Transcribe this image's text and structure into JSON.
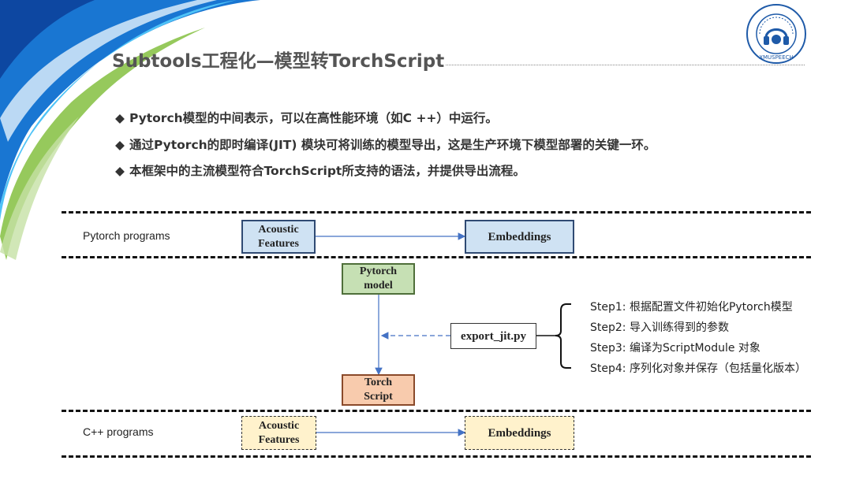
{
  "slide": {
    "title": "Subtools工程化—模型转TorchScript",
    "bullets": [
      "Pytorch模型的中间表示，可以在高性能环境（如C ++）中运行。",
      "通过Pytorch的即时编译(JIT) 模块可将训练的模型导出，这是生产环境下模型部署的关键一环。",
      "本框架中的主流模型符合TorchScript所支持的语法，并提供导出流程。"
    ],
    "bullet_marker": "◆"
  },
  "logo": {
    "icon": "xmuspeech-logo-icon",
    "ring_text": "XMUSPEECH"
  },
  "diagram": {
    "pytorch_row": {
      "label": "Pytorch programs",
      "source_line1": "Acoustic",
      "source_line2": "Features",
      "target": "Embeddings"
    },
    "model_box": {
      "line1": "Pytorch",
      "line2": "model"
    },
    "export_box": "export_jit.py",
    "torchscript_box": {
      "line1": "Torch",
      "line2": "Script"
    },
    "cpp_row": {
      "label": "C++ programs",
      "source_line1": "Acoustic",
      "source_line2": "Features",
      "target": "Embeddings"
    },
    "steps": [
      "Step1: 根据配置文件初始化Pytorch模型",
      "Step2: 导入训练得到的参数",
      "Step3: 编译为ScriptModule 对象",
      "Step4: 序列化对象并保存（包括量化版本）"
    ]
  },
  "colors": {
    "blue_box_fill": "#cfe2f3",
    "blue_box_border": "#2f4a73",
    "green_box_fill": "#c6e0b4",
    "green_box_border": "#4f6f3a",
    "orange_box_fill": "#f8cbad",
    "orange_box_border": "#8a4a2a",
    "yellow_box_fill": "#fff2cc",
    "arrow": "#4472c4",
    "swoosh_blue": "#1e88e5",
    "swoosh_cyan": "#4fc3f7",
    "swoosh_green": "#8bc34a"
  }
}
